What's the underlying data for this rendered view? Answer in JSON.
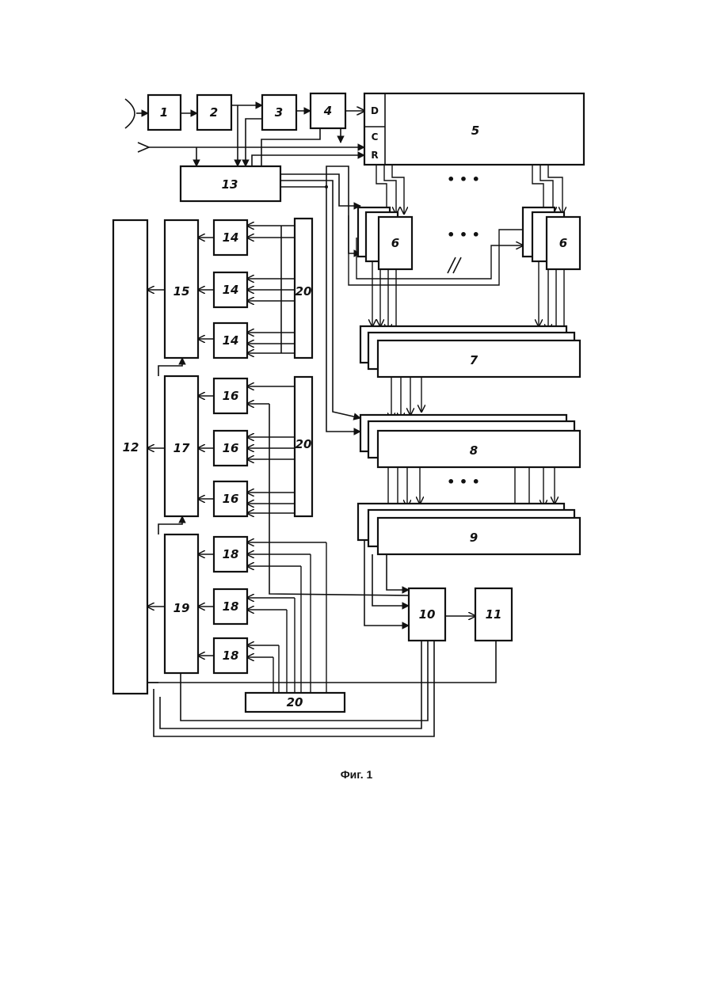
{
  "blocks": {
    "b1": "1",
    "b2": "2",
    "b3": "3",
    "b4": "4",
    "b5": "5",
    "b6": "6",
    "b7": "7",
    "b8": "8",
    "b9": "9",
    "b10": "10",
    "b11": "11",
    "b12": "12",
    "b13": "13",
    "b14": "14",
    "b15": "15",
    "b16": "16",
    "b17": "17",
    "b18": "18",
    "b19": "19",
    "b20": "20"
  },
  "pins": {
    "d": "D",
    "c": "C",
    "r": "R"
  },
  "ellipsis": "• • •",
  "caption": "Фиг. 1"
}
